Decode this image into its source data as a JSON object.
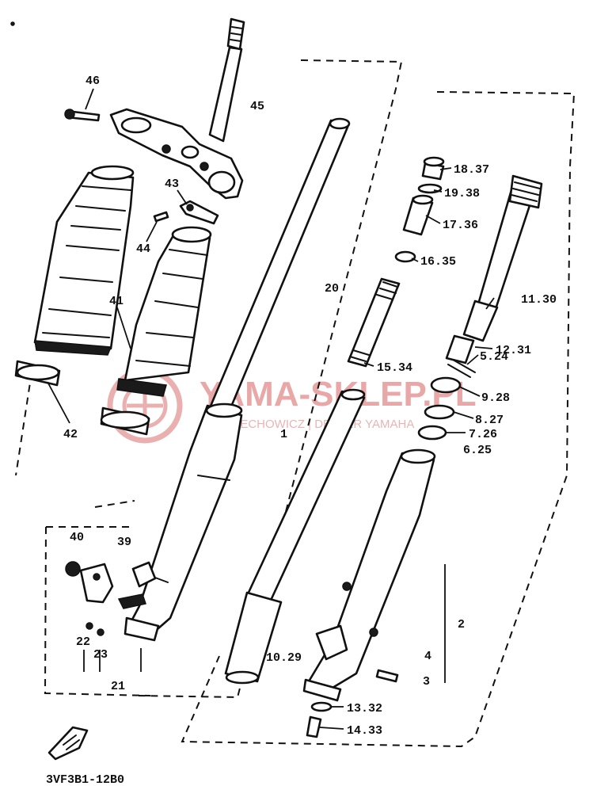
{
  "watermark": {
    "brand": "YAMA-SKLEP.PL",
    "tagline": "WOJCIECHOWICZ | DEALER YAMAHA"
  },
  "drawing_code": "3VF3B1-12B0",
  "callouts": [
    {
      "id": "46",
      "text": "46"
    },
    {
      "id": "45",
      "text": "45"
    },
    {
      "id": "43",
      "text": "43"
    },
    {
      "id": "44",
      "text": "44"
    },
    {
      "id": "41",
      "text": "41"
    },
    {
      "id": "42",
      "text": "42"
    },
    {
      "id": "20",
      "text": "20"
    },
    {
      "id": "1",
      "text": "1"
    },
    {
      "id": "18",
      "text": "18.37"
    },
    {
      "id": "19",
      "text": "19.38"
    },
    {
      "id": "17",
      "text": "17.36"
    },
    {
      "id": "16",
      "text": "16.35"
    },
    {
      "id": "11",
      "text": "11.30"
    },
    {
      "id": "12",
      "text": "12.31"
    },
    {
      "id": "15",
      "text": "15.34"
    },
    {
      "id": "5",
      "text": "5.24"
    },
    {
      "id": "9",
      "text": "9.28"
    },
    {
      "id": "8",
      "text": "8.27"
    },
    {
      "id": "7",
      "text": "7.26"
    },
    {
      "id": "6",
      "text": "6.25"
    },
    {
      "id": "40",
      "text": "40"
    },
    {
      "id": "39",
      "text": "39"
    },
    {
      "id": "22",
      "text": "22"
    },
    {
      "id": "23",
      "text": "23"
    },
    {
      "id": "21",
      "text": "21"
    },
    {
      "id": "10",
      "text": "10.29"
    },
    {
      "id": "2",
      "text": "2"
    },
    {
      "id": "4",
      "text": "4"
    },
    {
      "id": "3",
      "text": "3"
    },
    {
      "id": "13",
      "text": "13.32"
    },
    {
      "id": "14",
      "text": "14.33"
    }
  ]
}
